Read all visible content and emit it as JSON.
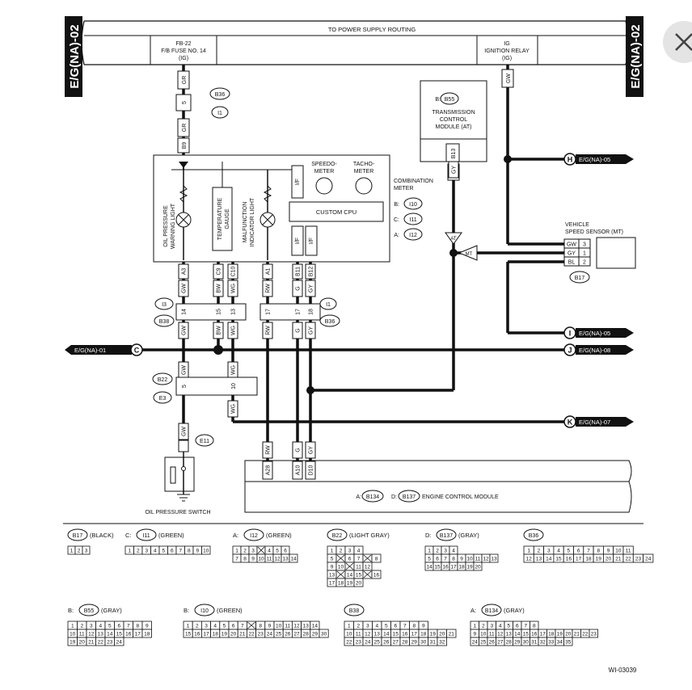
{
  "top_bar": {
    "title": "TO POWER SUPPLY ROUTING",
    "fuse": [
      "FB-22",
      "F/B FUSE NO. 14",
      "(IG)"
    ],
    "relay": [
      "IG",
      "IGNITION RELAY",
      "(IG)"
    ]
  },
  "side_tab": "E/G(NA)-02",
  "tcm": {
    "conn": "B55",
    "prefix": "B:",
    "title": [
      "TRANSMISSION",
      "CONTROL",
      "MODULE (AT)"
    ],
    "pin": "B13",
    "wire": "GY"
  },
  "wires_top": {
    "gr1": "GR",
    "gw_relay": "GW",
    "gr2": "GR",
    "b9": "B9"
  },
  "conn_top": {
    "b36": "B36",
    "i1": "I1",
    "pin": "5"
  },
  "meter": {
    "title": [
      "COMBINATION",
      "METER"
    ],
    "refs": [
      {
        "p": "B:",
        "c": "I10"
      },
      {
        "p": "C:",
        "c": "I11"
      },
      {
        "p": "A:",
        "c": "I12"
      }
    ],
    "speedo": [
      "SPEEDO-",
      "METER"
    ],
    "tacho": [
      "TACHO-",
      "METER"
    ],
    "cpu": "CUSTOM CPU",
    "if": "I/F",
    "oil": [
      "OIL PRESSURE",
      "WARNING LIGHT"
    ],
    "temp": [
      "TEMPERATURE",
      "GAUGE"
    ],
    "mil": [
      "MALFUNCTION",
      "INDICATOR LIGHT"
    ],
    "pins": [
      "A3",
      "C9",
      "C10",
      "A1",
      "B11",
      "B12"
    ]
  },
  "wire_colors": [
    "GW",
    "BW",
    "WG",
    "RW",
    "G",
    "GY"
  ],
  "mid_conn": {
    "left": [
      "I3",
      "B38"
    ],
    "right": [
      "I1",
      "B36"
    ],
    "pins": [
      "14",
      "15",
      "13",
      "17",
      "17",
      "18"
    ]
  },
  "b22_conn": {
    "names": [
      "B22",
      "E3"
    ],
    "pins": [
      "5",
      "10"
    ]
  },
  "e11": "E11",
  "oil_switch": "OIL PRESSURE SWITCH",
  "vss": {
    "title": [
      "VEHICLE",
      "SPEED SENSOR (MT)"
    ],
    "conn": "B17",
    "rows": [
      [
        "GW",
        "3"
      ],
      [
        "GY",
        "1"
      ],
      [
        "BL",
        "2"
      ]
    ]
  },
  "at_mt": [
    "AT",
    "MT"
  ],
  "refs": [
    {
      "id": "H",
      "label": "E/G(NA)-05"
    },
    {
      "id": "I",
      "label": "E/G(NA)-05"
    },
    {
      "id": "J",
      "label": "E/G(NA)-08"
    },
    {
      "id": "K",
      "label": "E/G(NA)-07"
    },
    {
      "id": "C",
      "label": "E/G(NA)-01"
    }
  ],
  "ecm": {
    "title": "ENGINE CONTROL MODULE",
    "a": "A:",
    "a_conn": "B134",
    "d": "D:",
    "d_conn": "B137",
    "pins": [
      "A28",
      "A10",
      "D10"
    ]
  },
  "connectors": [
    {
      "name": "B17",
      "prefix": "",
      "color": "(BLACK)",
      "rows": [
        [
          "1",
          "2",
          "3"
        ]
      ]
    },
    {
      "name": "I11",
      "prefix": "C:",
      "color": "(GREEN)",
      "rows": [
        [
          "1",
          "2",
          "3",
          "4",
          "5",
          "6",
          "7",
          "8",
          "9",
          "10"
        ]
      ]
    },
    {
      "name": "I12",
      "prefix": "A:",
      "color": "(GREEN)",
      "rows": [
        [
          "1",
          "2",
          "3",
          "X",
          "4",
          "5",
          "6"
        ],
        [
          "7",
          "8",
          "9",
          "10",
          "11",
          "12",
          "13",
          "14"
        ]
      ]
    },
    {
      "name": "B22",
      "prefix": "",
      "color": "(LIGHT GRAY)",
      "rows": [
        [
          "1",
          "2",
          "3",
          "4"
        ],
        [
          "5",
          "X",
          "6",
          "7",
          "X",
          "8"
        ],
        [
          "9",
          "10",
          "X",
          "11",
          "12"
        ],
        [
          "13",
          "X",
          "14",
          "15",
          "X",
          "16"
        ],
        [
          "17",
          "18",
          "19",
          "20"
        ]
      ]
    },
    {
      "name": "B137",
      "prefix": "D:",
      "color": "(GRAY)",
      "rows": [
        [
          "1",
          "2",
          "3",
          "4"
        ],
        [
          "5",
          "6",
          "7",
          "8",
          "9",
          "10",
          "11",
          "12",
          "13"
        ],
        [
          "14",
          "15",
          "16",
          "17",
          "18",
          "19",
          "20"
        ]
      ]
    },
    {
      "name": "B36",
      "prefix": "",
      "color": "",
      "rows": [
        [
          "1",
          "2",
          "3",
          "4",
          "5",
          "6",
          "7",
          "8",
          "9",
          "10",
          "11"
        ],
        [
          "12",
          "13",
          "14",
          "15",
          "16",
          "17",
          "18",
          "19",
          "20",
          "21",
          "22",
          "23",
          "24"
        ]
      ]
    },
    {
      "name": "B55",
      "prefix": "B:",
      "color": "(GRAY)",
      "rows": [
        [
          "1",
          "2",
          "3",
          "4",
          "5",
          "6",
          "7",
          "8",
          "9"
        ],
        [
          "10",
          "11",
          "12",
          "13",
          "14",
          "15",
          "16",
          "17",
          "18"
        ],
        [
          "19",
          "20",
          "21",
          "22",
          "23",
          "24"
        ]
      ]
    },
    {
      "name": "I10",
      "prefix": "B:",
      "color": "(GREEN)",
      "rows": [
        [
          "1",
          "2",
          "3",
          "4",
          "5",
          "6",
          "7",
          "X",
          "8",
          "9",
          "10",
          "11",
          "12",
          "13",
          "14"
        ],
        [
          "15",
          "16",
          "17",
          "18",
          "19",
          "20",
          "21",
          "22",
          "23",
          "24",
          "25",
          "26",
          "27",
          "28",
          "29",
          "30"
        ]
      ]
    },
    {
      "name": "B38",
      "prefix": "",
      "color": "",
      "rows": [
        [
          "1",
          "2",
          "3",
          "4",
          "5",
          "6",
          "7",
          "8",
          "9"
        ],
        [
          "10",
          "11",
          "12",
          "13",
          "14",
          "15",
          "16",
          "17",
          "18",
          "19",
          "20",
          "21"
        ],
        [
          "22",
          "23",
          "24",
          "25",
          "26",
          "27",
          "28",
          "29",
          "30",
          "31",
          "32"
        ]
      ]
    },
    {
      "name": "B134",
      "prefix": "A:",
      "color": "(GRAY)",
      "rows": [
        [
          "1",
          "2",
          "3",
          "4",
          "5",
          "6",
          "7",
          "8"
        ],
        [
          "9",
          "10",
          "11",
          "12",
          "13",
          "14",
          "15",
          "16",
          "17",
          "18",
          "19",
          "20",
          "21",
          "22",
          "23"
        ],
        [
          "24",
          "25",
          "26",
          "27",
          "28",
          "29",
          "30",
          "31",
          "32",
          "33",
          "34",
          "35"
        ]
      ]
    }
  ],
  "footer_code": "WI-03039"
}
